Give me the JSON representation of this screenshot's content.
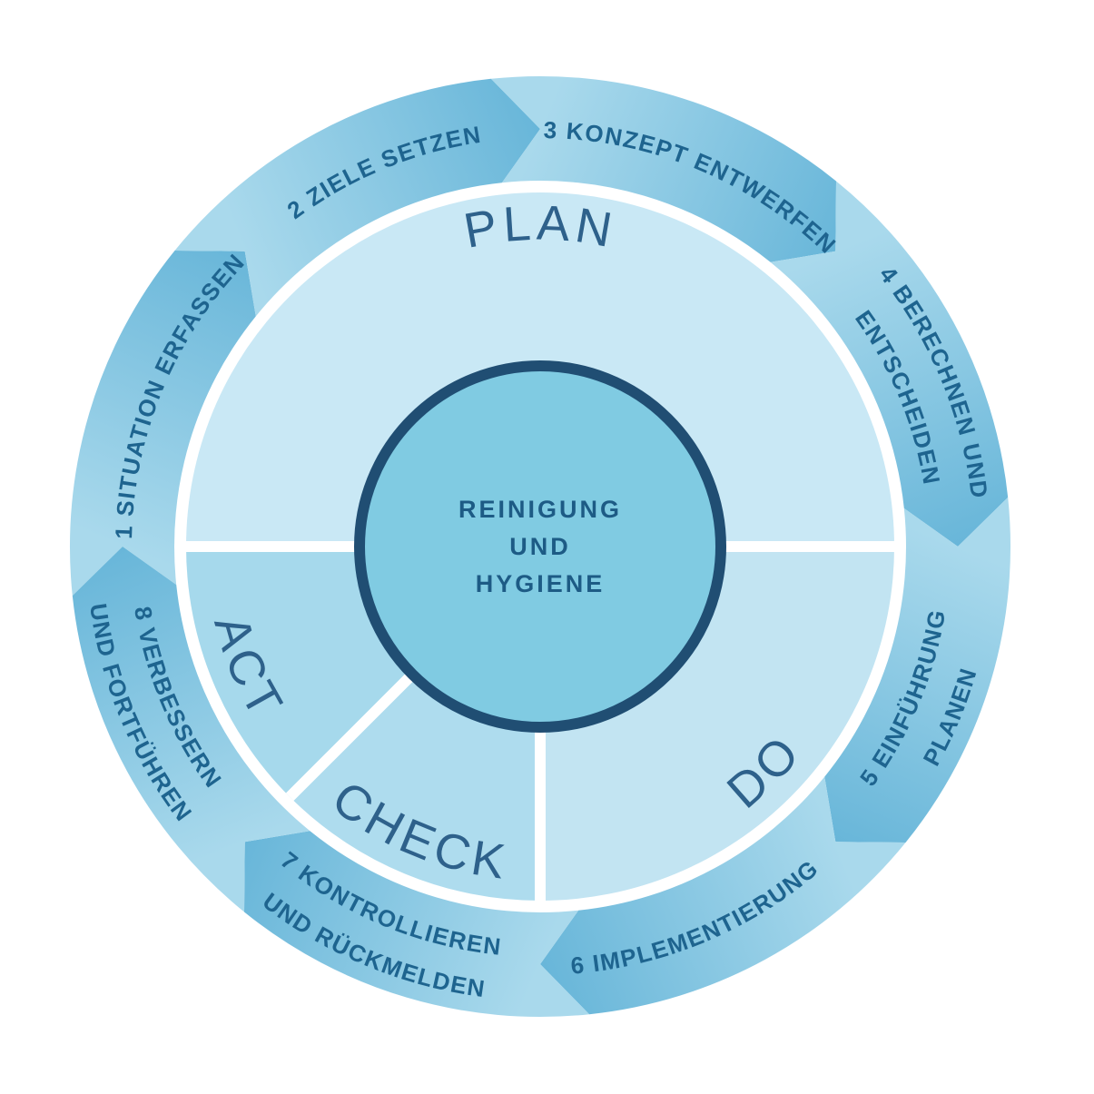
{
  "diagram": {
    "center": {
      "line1": "REINIGUNG",
      "line2": "UND",
      "line3": "HYGIENE"
    },
    "quadrants": {
      "plan": "PLAN",
      "do": "DO",
      "check": "CHECK",
      "act": "ACT"
    },
    "steps": [
      {
        "line1": "1 SITUATION ERFASSEN",
        "line2": ""
      },
      {
        "line1": "2 ZIELE SETZEN",
        "line2": ""
      },
      {
        "line1": "3 KONZEPT ENTWERFEN",
        "line2": ""
      },
      {
        "line1": "4 BERECHNEN UND",
        "line2": "ENTSCHEIDEN"
      },
      {
        "line1": "5 EINFÜHRUNG",
        "line2": "PLANEN"
      },
      {
        "line1": "6 IMPLEMENTIERUNG",
        "line2": ""
      },
      {
        "line1": "7 KONTROLLIEREN",
        "line2": "UND RÜCKMELDEN"
      },
      {
        "line1": "8 VERBESSERN",
        "line2": "UND FORTFÜHREN"
      }
    ],
    "colors": {
      "segment_light": "#a9d9ec",
      "segment_dark": "#68b6d9",
      "quadrant_plan": "#c9e8f5",
      "quadrant_do": "#c2e4f2",
      "quadrant_check": "#aedcee",
      "quadrant_act": "#a6d9ec",
      "center_fill": "#80cbe2",
      "center_border": "#204e73",
      "outer_label_color": "#1e648f",
      "quadrant_label_color": "#2e618b",
      "center_text_color": "#1d5b85",
      "divider": "#ffffff"
    }
  }
}
